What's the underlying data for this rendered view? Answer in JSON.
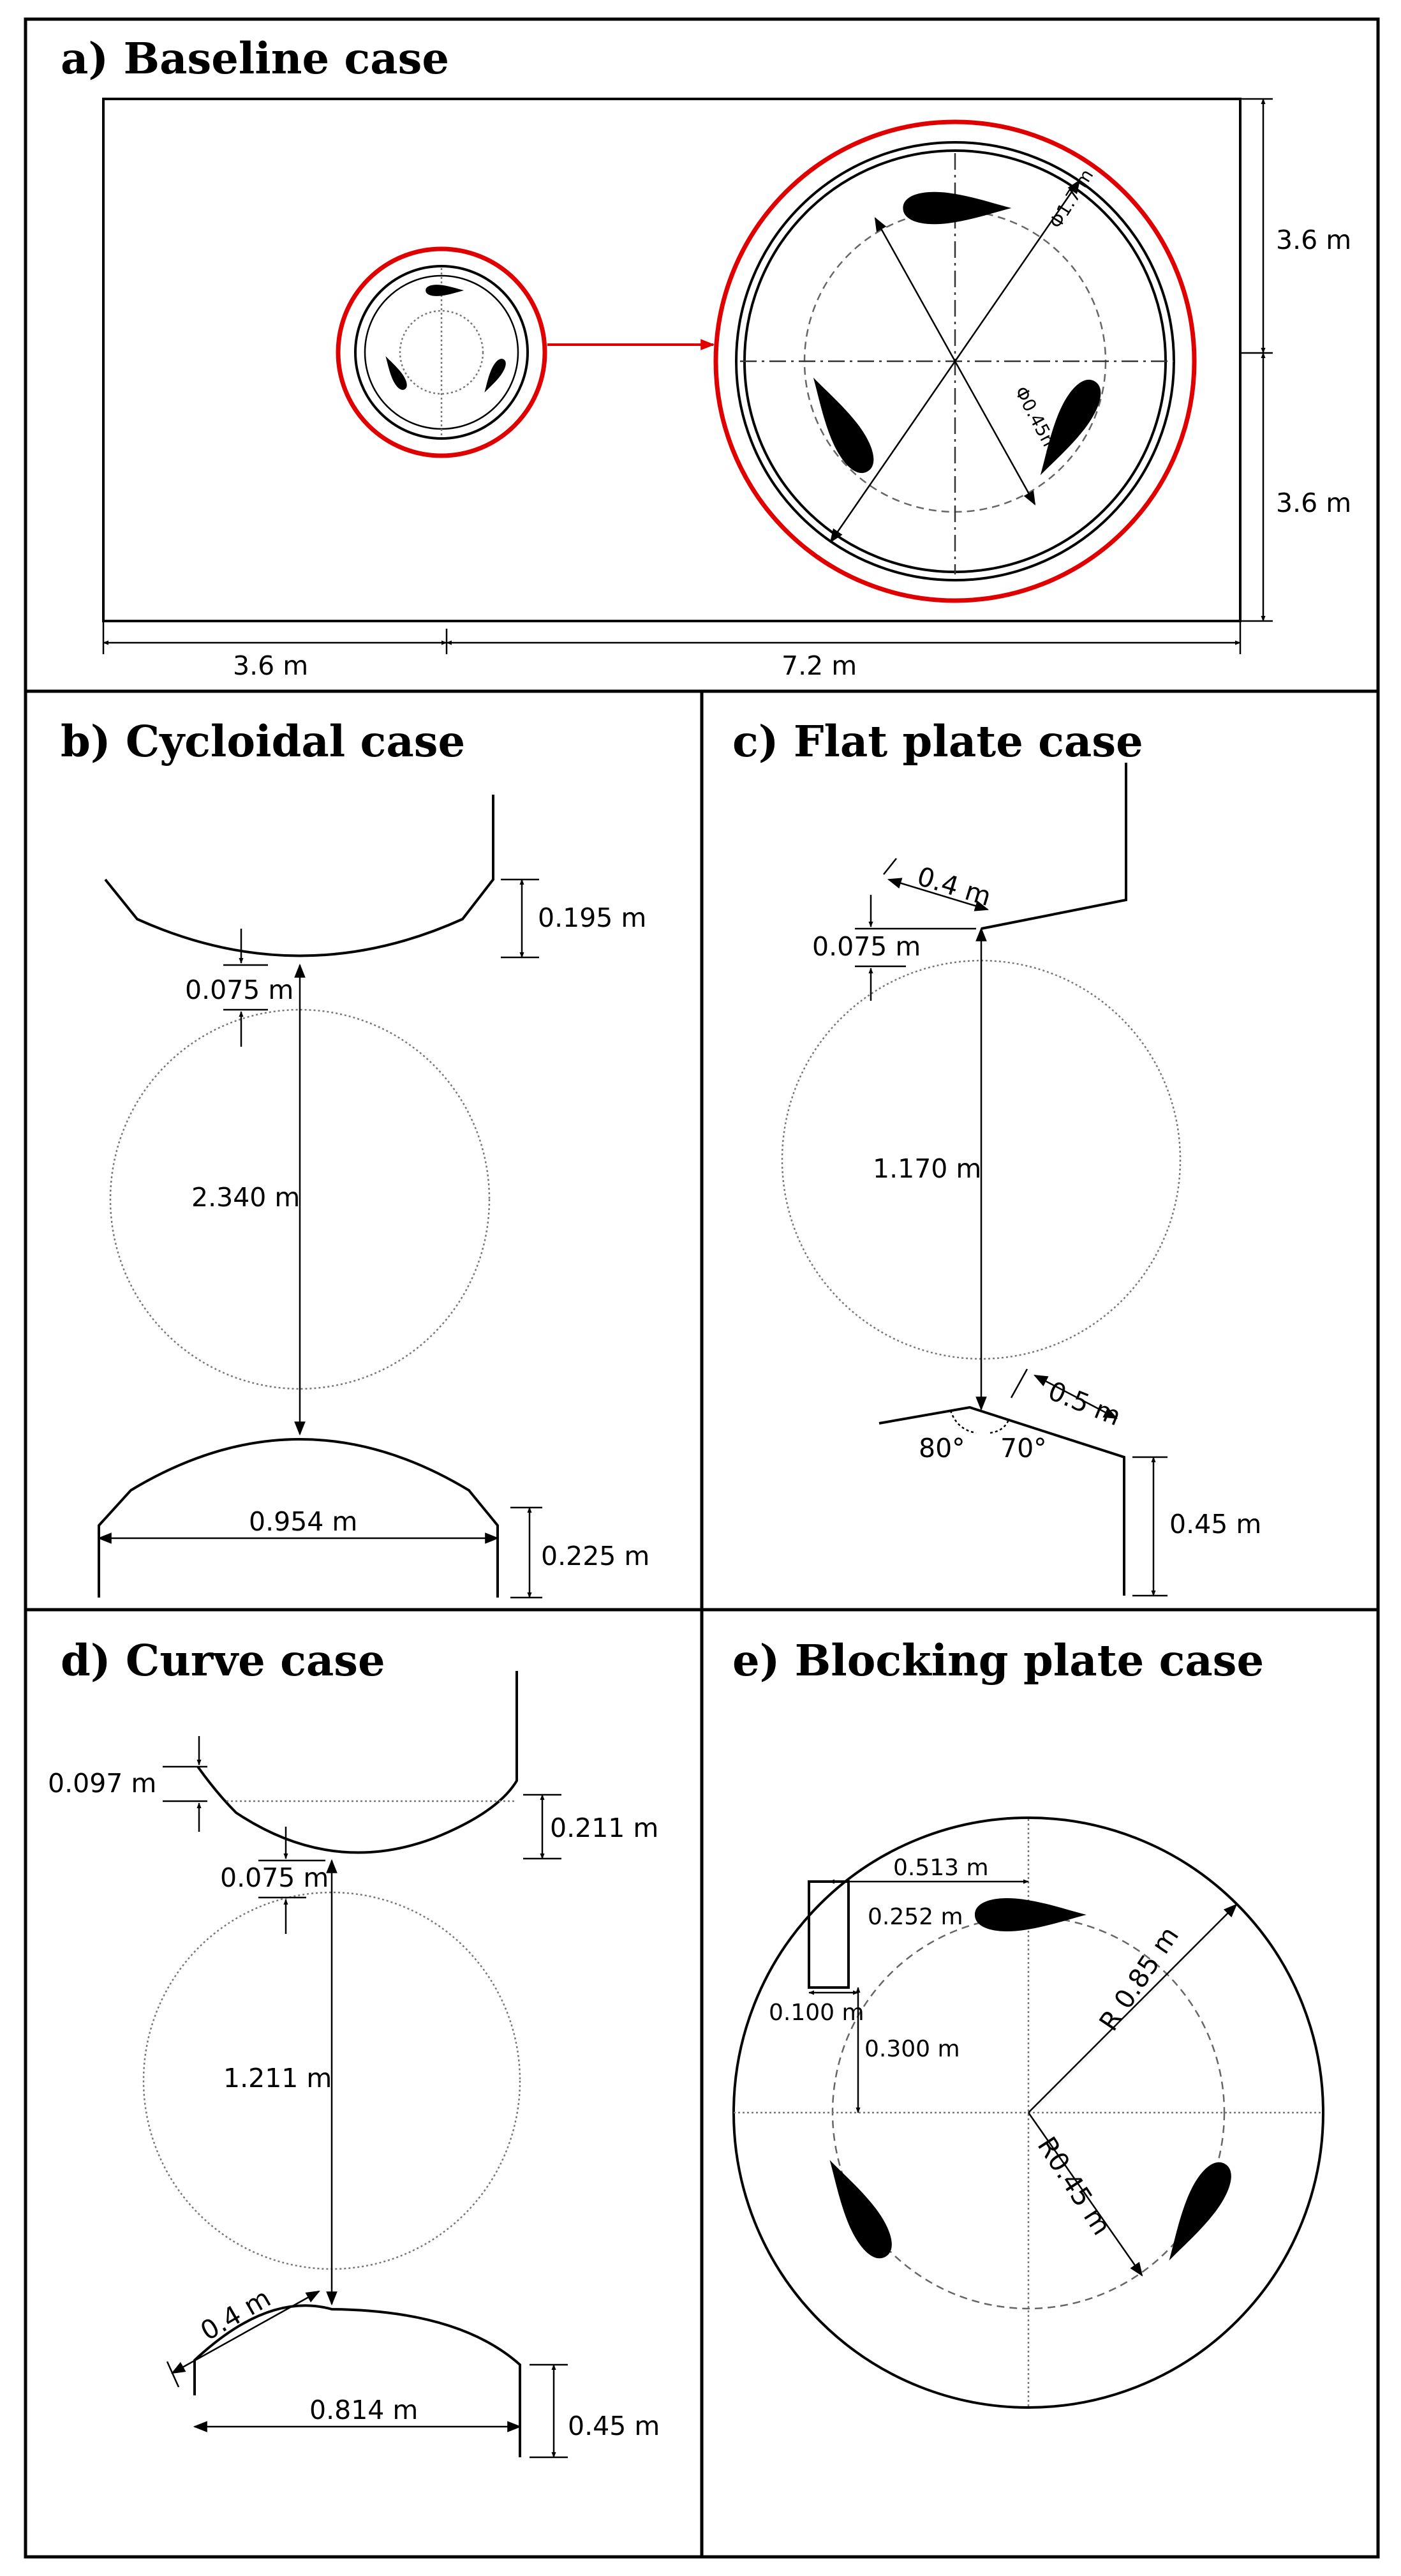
{
  "panels": {
    "a": {
      "title": "a) Baseline case",
      "dims": {
        "height_upper": "3.6 m",
        "height_lower": "3.6 m",
        "width_left": "3.6 m",
        "width_right": "7.2 m",
        "outer_dia": "Φ1.7 m",
        "inner_dia": "Φ0.45m"
      }
    },
    "b": {
      "title": "b) Cycloidal case",
      "dims": {
        "top_height": "0.195 m",
        "gap": "0.075 m",
        "span": "2.340 m",
        "bottom_width": "0.954 m",
        "bottom_height": "0.225 m"
      }
    },
    "c": {
      "title": "c) Flat plate case",
      "dims": {
        "top_plate": "0.4 m",
        "gap": "0.075 m",
        "span": "1.170 m",
        "bottom_plate": "0.5 m",
        "angle_left": "80°",
        "angle_right": "70°",
        "bottom_height": "0.45 m"
      }
    },
    "d": {
      "title": "d) Curve case",
      "dims": {
        "top_step": "0.097 m",
        "top_height": "0.211 m",
        "gap": "0.075 m",
        "span": "1.211 m",
        "bottom_slope": "0.4 m",
        "bottom_width": "0.814 m",
        "bottom_height": "0.45 m"
      }
    },
    "e": {
      "title": "e) Blocking plate case",
      "dims": {
        "plate_offset": "0.513 m",
        "plate_length": "0.252 m",
        "plate_width": "0.100 m",
        "plate_gap": "0.300 m",
        "outer_radius": "R 0.85 m",
        "inner_radius": "R0.45 m"
      }
    }
  },
  "colors": {
    "highlight": "#e00000",
    "line": "#000000",
    "guide": "#777777"
  }
}
